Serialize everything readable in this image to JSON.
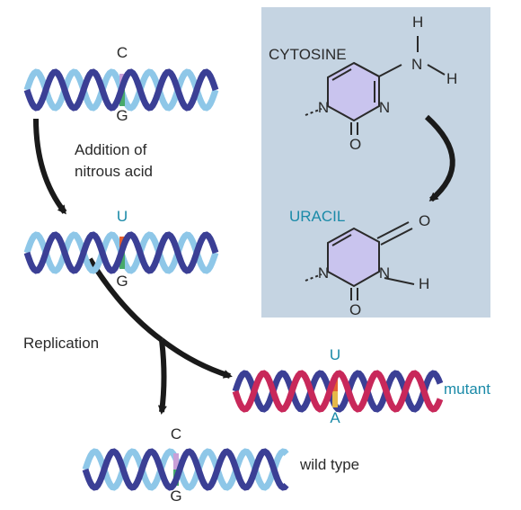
{
  "helix1": {
    "top": "C",
    "bottom": "G"
  },
  "helix2": {
    "top": "U",
    "bottom": "G"
  },
  "helix3": {
    "top": "U",
    "bottom": "A",
    "tag": "mutant"
  },
  "helix4": {
    "top": "C",
    "bottom": "G",
    "tag": "wild type"
  },
  "step1": {
    "line1": "Addition of",
    "line2": "nitrous acid"
  },
  "step2": "Replication",
  "box": {
    "cytosine": {
      "name": "CYTOSINE",
      "atoms": {
        "h_top": "H",
        "n_amine": "N",
        "h_right": "H",
        "n1": "N",
        "n3": "N",
        "o": "O"
      }
    },
    "uracil": {
      "name": "URACIL",
      "atoms": {
        "o_top": "O",
        "n1": "N",
        "n3": "N",
        "h": "H",
        "o": "O"
      }
    }
  },
  "colors": {
    "strand_dark": "#3b3f95",
    "strand_light": "#8ec7e8",
    "strand_red": "#c8285a",
    "teal_text": "#1a8aa8",
    "box_fill": "#c5d4e2",
    "pyrimidine_fill": "#c9c4ee"
  }
}
